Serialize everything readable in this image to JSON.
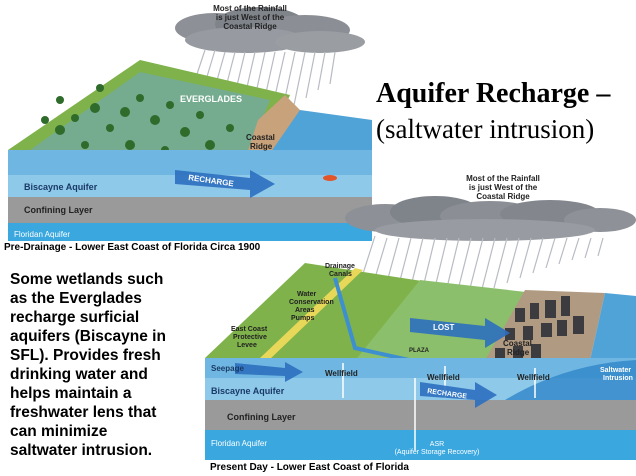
{
  "slide": {
    "title": "Aquifer Recharge –",
    "subtitle": "(saltwater intrusion)",
    "body_lines": [
      "Some wetlands such",
      "as the Everglades",
      "recharge surficial",
      "aquifers (Biscayne in",
      "SFL).  Provides fresh",
      "drinking water and",
      "helps maintain a",
      "freshwater lens that",
      "can minimize",
      "saltwater intrusion."
    ]
  },
  "top_diagram": {
    "caption": "Pre-Drainage - Lower East Coast of Florida Circa 1900",
    "rain_label": [
      "Most of the Rainfall",
      "is just West of the",
      "Coastal Ridge"
    ],
    "everglades": "EVERGLADES",
    "coastal_ridge": [
      "Coastal",
      "Ridge"
    ],
    "recharge": "RECHARGE",
    "biscayne_aquifer": "Biscayne Aquifer",
    "confining_layer": "Confining Layer",
    "floridan_aquifer": "Floridan Aquifer",
    "colors": {
      "sky_cloud": "#8a8e94",
      "wetland": "#7fb24a",
      "water": "#7fc0e4",
      "aquifer": "#8ec9ea",
      "confining": "#9a9a9a",
      "floridan": "#3aa7df"
    }
  },
  "bottom_diagram": {
    "caption": "Present Day - Lower East Coast of Florida",
    "rain_label": [
      "Most of the Rainfall",
      "is just West of the",
      "Coastal Ridge"
    ],
    "drainage_canals": [
      "Drainage",
      "Canals"
    ],
    "water_conservation": [
      "Water",
      "Conservation",
      "Areas"
    ],
    "pumps": "Pumps",
    "levee": [
      "East Coast",
      "Protective",
      "Levee"
    ],
    "lost": "LOST",
    "coastal_ridge": [
      "Coastal",
      "Ridge"
    ],
    "seepage": "Seepage",
    "wellfield_1": "Wellfield",
    "wellfield_2": "Wellfield",
    "wellfield_3": "Wellfield",
    "saltwater_intrusion": [
      "Saltwater",
      "Intrusion"
    ],
    "recharge": "RECHARGE",
    "biscayne_aquifer": "Biscayne Aquifer",
    "confining_layer": "Confining Layer",
    "floridan_aquifer": "Floridan Aquifer",
    "asr": [
      "ASR",
      "(Aquifer Storage Recovery)"
    ],
    "plaza": "PLAZA"
  }
}
